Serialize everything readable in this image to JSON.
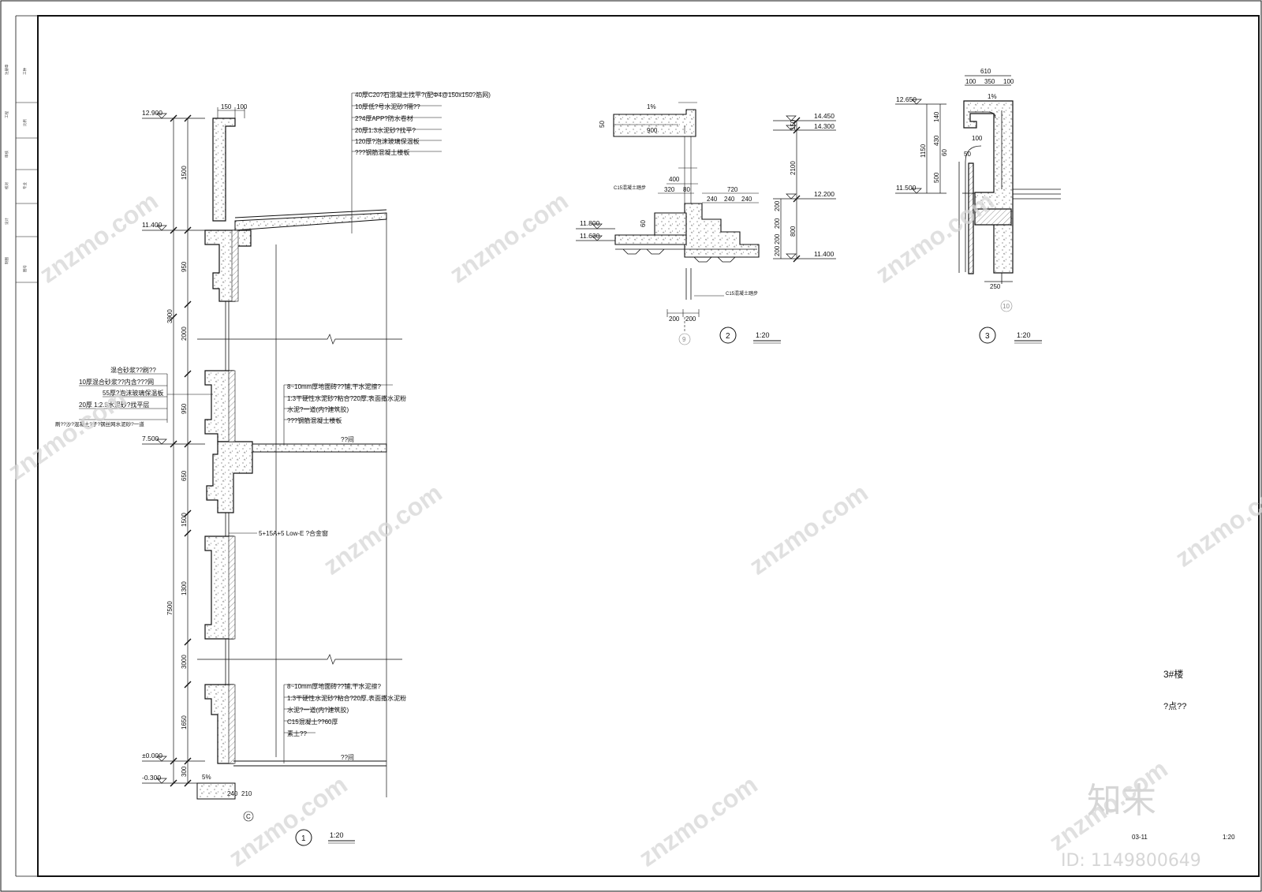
{
  "watermark": {
    "site": "znzmo.com",
    "brand": "知末",
    "id": "ID: 1149800649"
  },
  "title_block": {
    "building": "3#楼",
    "drawing": "?点??",
    "sheet_no": "03-11",
    "scale": "1:20"
  },
  "detail1": {
    "callout": "1",
    "scale": "1:20",
    "levels": [
      "12.900",
      "11.400",
      "7.500",
      "±0.000",
      "-0.300"
    ],
    "dims": [
      "1500",
      "950",
      "3900",
      "2000",
      "950",
      "650",
      "1500",
      "7500",
      "1300",
      "3000",
      "1650",
      "300"
    ],
    "top_dims": [
      "150",
      "100"
    ],
    "bottom_dims": [
      "240",
      "210"
    ],
    "slope": "5%",
    "axis": "C",
    "roof_notes": [
      "40厚C20?石混凝土找平?(配Φ4@150x150?筋网)",
      "10厚低?号水泥砂?隔??",
      "2?4厚APP?防水卷材",
      "20厚1:3水泥砂?找平?",
      "120厚?泡沫玻璃保温板",
      "???钢筋混凝土楼板"
    ],
    "floor_notes": [
      "8~10mm厚地面砖??铺,干水泥擦?",
      "1:3干硬性水泥砂?粘合?20厚,表面撒水泥粉",
      "水泥?一道(内?建筑胶)",
      "???钢筋混凝土楼板"
    ],
    "wall_notes": [
      "混合砂浆??刷??",
      "10厚混合砂浆??内含???网",
      "55厚?泡沫玻璃保温板",
      "20厚 1:2.5水泥砂?找平层",
      "刷??沙?混凝土?子?钢丝网水泥砂?一道"
    ],
    "window_note": "5+15A+5 Low-E ?合金窗",
    "ground_notes": [
      "8~10mm厚地面砖??铺,干水泥擦?",
      "1:3干硬性水泥砂?粘合?20厚,表面撒水泥粉",
      "水泥?一道(内?建筑胶)",
      "C15混凝土??60厚",
      "素土??"
    ],
    "room_label": "??间"
  },
  "detail2": {
    "callout": "2",
    "scale": "1:20",
    "axis": "9",
    "levels": [
      "14.450",
      "14.300",
      "12.200",
      "11.800",
      "11.630",
      "11.400"
    ],
    "dims": [
      "150",
      "2100",
      "200",
      "200",
      "800",
      "200",
      "200",
      "900",
      "400",
      "320",
      "80",
      "720",
      "240",
      "240",
      "240",
      "200",
      "200",
      "60",
      "50"
    ],
    "slope": "1%",
    "notes": [
      "C15混凝土踏步",
      "C15混凝土踏步"
    ]
  },
  "detail3": {
    "callout": "3",
    "scale": "1:20",
    "axis": "10",
    "levels": [
      "12.650",
      "11.500"
    ],
    "dims": [
      "610",
      "100",
      "350",
      "100",
      "140",
      "430",
      "1150",
      "500",
      "250",
      "60",
      "100",
      "50"
    ],
    "slope": "1%"
  },
  "side_strip": {
    "labels": [
      "注册章",
      "工程",
      "审核",
      "校对",
      "设计",
      "制图",
      "工种",
      "比例",
      "专业",
      "图号"
    ]
  }
}
